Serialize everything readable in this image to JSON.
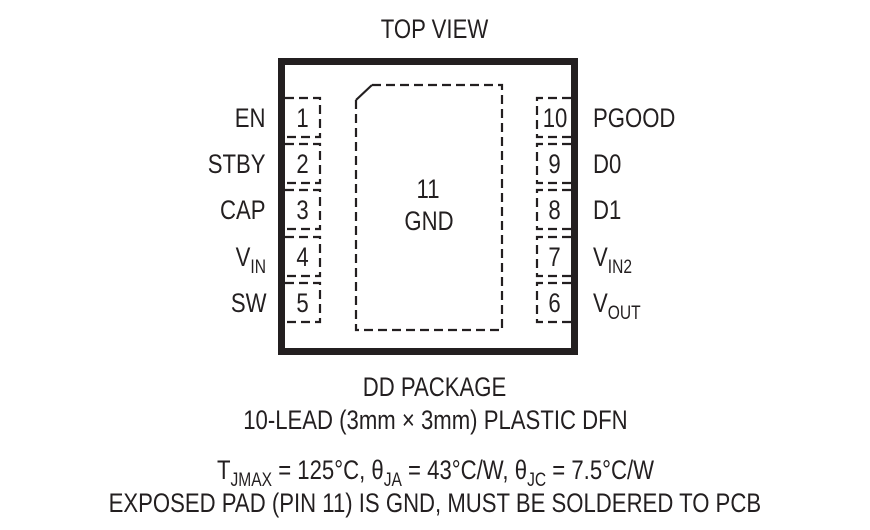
{
  "diagram": {
    "title": "TOP VIEW",
    "package": {
      "name": "DD PACKAGE",
      "description": "10-LEAD (3mm × 3mm) PLASTIC DFN"
    },
    "exposed_pad": {
      "number": "11",
      "name": "GND"
    },
    "left_pins": [
      {
        "number": "1",
        "name": "EN",
        "sub": ""
      },
      {
        "number": "2",
        "name": "STBY",
        "sub": ""
      },
      {
        "number": "3",
        "name": "CAP",
        "sub": ""
      },
      {
        "number": "4",
        "name": "V",
        "sub": "IN"
      },
      {
        "number": "5",
        "name": "SW",
        "sub": ""
      }
    ],
    "right_pins": [
      {
        "number": "10",
        "name": "PGOOD",
        "sub": ""
      },
      {
        "number": "9",
        "name": "D0",
        "sub": ""
      },
      {
        "number": "8",
        "name": "D1",
        "sub": ""
      },
      {
        "number": "7",
        "name": "V",
        "sub": "IN2"
      },
      {
        "number": "6",
        "name": "V",
        "sub": "OUT"
      }
    ],
    "thermal": {
      "tjmax_symbol": "T",
      "tjmax_sub": "JMAX",
      "tjmax_value": " = 125°C, ",
      "theta_ja_symbol": "θ",
      "theta_ja_sub": "JA",
      "theta_ja_value": " = 43°C/W, ",
      "theta_jc_symbol": "θ",
      "theta_jc_sub": "JC",
      "theta_jc_value": " = 7.5°C/W"
    },
    "note": "EXPOSED PAD (PIN 11) IS GND, MUST BE SOLDERED TO PCB"
  }
}
